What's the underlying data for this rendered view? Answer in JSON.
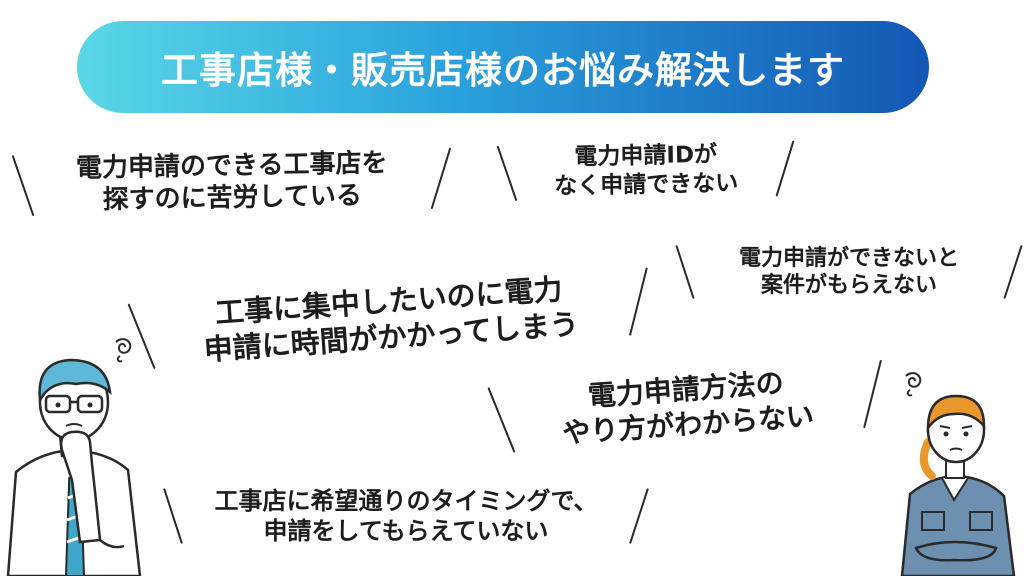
{
  "banner": {
    "title": "工事店様・販売店様のお悩み解決します"
  },
  "concerns": [
    {
      "lines": [
        "電力申請のできる工事店を",
        "探すのに苦労している"
      ]
    },
    {
      "lines": [
        "電力申請IDが",
        "なく申請できない"
      ]
    },
    {
      "lines": [
        "電力申請ができないと",
        "案件がもらえない"
      ]
    },
    {
      "lines": [
        "工事に集中したいのに電力",
        "申請に時間がかかってしまう"
      ]
    },
    {
      "lines": [
        "電力申請方法の",
        "やり方がわからない"
      ]
    },
    {
      "lines": [
        "工事店に希望通りのタイミングで、",
        "申請をしてもらえていない"
      ]
    }
  ],
  "colors": {
    "banner_start": "#5ad7e6",
    "banner_end": "#1457b5",
    "shirt": "#5fb8d8",
    "tie": "#3fa7c9",
    "overalls": "#6d8fb0",
    "hair_woman": "#e8982c"
  },
  "illustrations": {
    "left": "worried-man-icon",
    "right": "worried-woman-icon"
  }
}
